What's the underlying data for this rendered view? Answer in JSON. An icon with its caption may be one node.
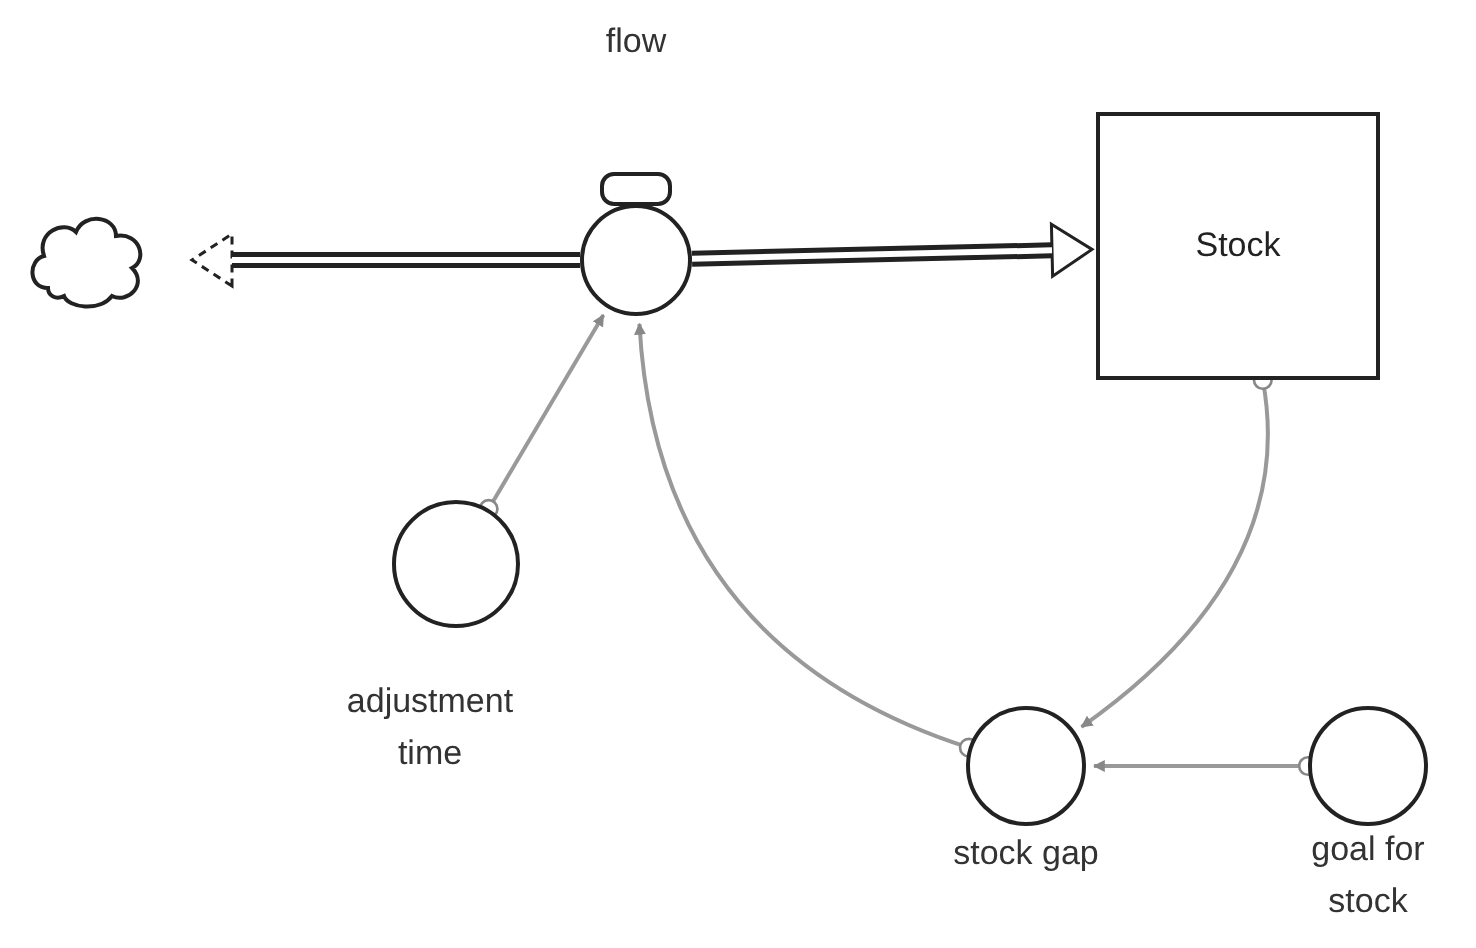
{
  "diagram": {
    "nodes": [
      {
        "text": [],
        "shape": "cloud"
      },
      {
        "text": [
          "flow"
        ]
      },
      {
        "text": [
          "Stock"
        ]
      },
      {
        "text": [
          "adjustment time"
        ]
      },
      {
        "text": [
          "stock gap"
        ]
      },
      {
        "text": [
          "goal for stock"
        ]
      }
    ],
    "edges": [
      {
        "from": 1,
        "to": 0,
        "arrow": "to",
        "style": "thick",
        "color": "#222222"
      },
      {
        "from": 1,
        "to": 2,
        "arrow": "to",
        "style": "thick",
        "color": "#222222"
      },
      {
        "from": 3,
        "to": 1,
        "arrow": "to"
      },
      {
        "from": 4,
        "to": 1,
        "arrow": "to"
      },
      {
        "from": 2,
        "to": 4,
        "arrow": "to"
      },
      {
        "from": 5,
        "to": 4,
        "arrow": "to"
      }
    ]
  }
}
